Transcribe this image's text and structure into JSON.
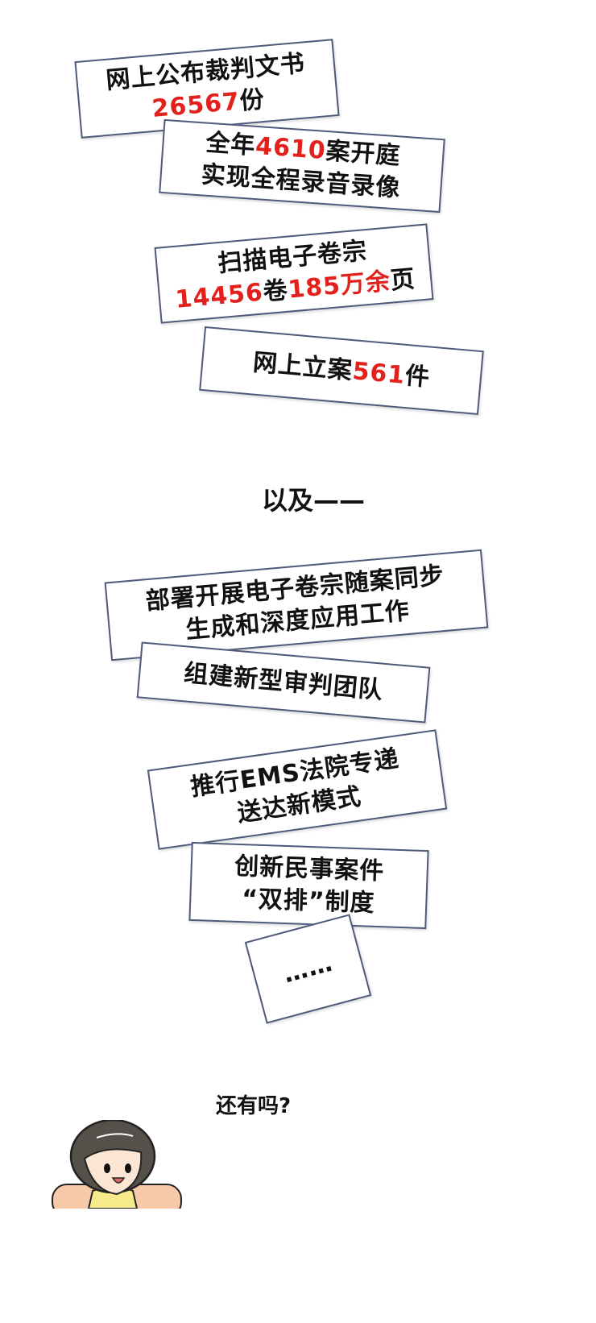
{
  "cards": [
    {
      "lines": [
        [
          {
            "t": "网上公布裁判文书",
            "red": false
          }
        ],
        [
          {
            "t": "26567",
            "red": true
          },
          {
            "t": "份",
            "red": false
          }
        ]
      ]
    },
    {
      "lines": [
        [
          {
            "t": "全年",
            "red": false
          },
          {
            "t": "4610",
            "red": true
          },
          {
            "t": "案开庭",
            "red": false
          }
        ],
        [
          {
            "t": "实现全程录音录像",
            "red": false
          }
        ]
      ]
    },
    {
      "lines": [
        [
          {
            "t": "扫描电子卷宗",
            "red": false
          }
        ],
        [
          {
            "t": "14456",
            "red": true
          },
          {
            "t": "卷",
            "red": false
          },
          {
            "t": "185万余",
            "red": true
          },
          {
            "t": "页",
            "red": false
          }
        ]
      ]
    },
    {
      "lines": [
        [
          {
            "t": "网上立案",
            "red": false
          },
          {
            "t": "561",
            "red": true
          },
          {
            "t": "件",
            "red": false
          }
        ]
      ]
    },
    {
      "lines": [
        [
          {
            "t": "部署开展电子卷宗随案同步",
            "red": false
          }
        ],
        [
          {
            "t": "生成和深度应用工作",
            "red": false
          }
        ]
      ]
    },
    {
      "lines": [
        [
          {
            "t": "组建新型审判团队",
            "red": false
          }
        ]
      ]
    },
    {
      "lines": [
        [
          {
            "t": "推行EMS法院专递",
            "red": false
          }
        ],
        [
          {
            "t": "送达新模式",
            "red": false
          }
        ]
      ]
    },
    {
      "lines": [
        [
          {
            "t": "创新民事案件",
            "red": false
          }
        ],
        [
          {
            "t": "“双排”制度",
            "red": false
          }
        ]
      ]
    },
    {
      "lines": [
        [
          {
            "t": "……",
            "red": false
          }
        ]
      ]
    }
  ],
  "and_more": "以及——",
  "question": "还有吗?",
  "colors": {
    "highlight": "#e3211c",
    "border": "#4d5a7a",
    "text": "#111111"
  }
}
